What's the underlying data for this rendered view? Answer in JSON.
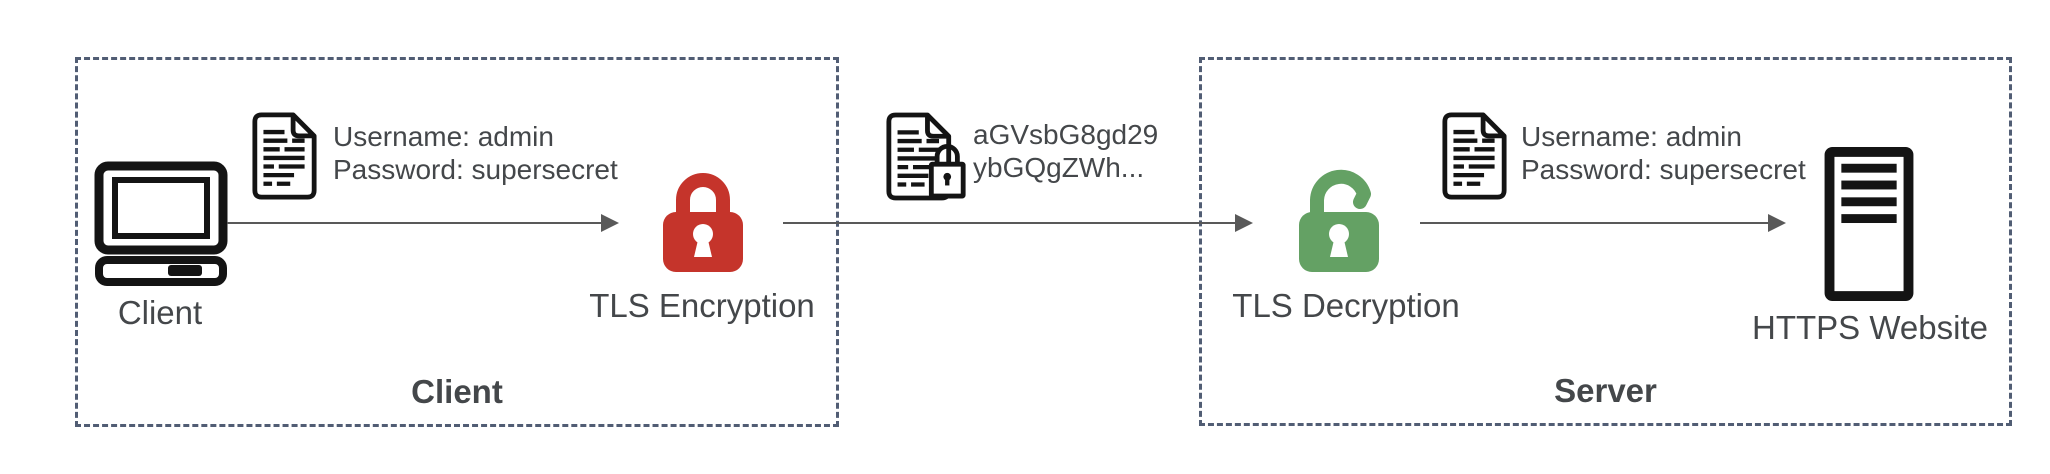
{
  "client_group": {
    "title": "Client",
    "client_node_label": "Client",
    "encryption_node_label": "TLS Encryption",
    "plaintext_message": {
      "line1": "Username: admin",
      "line2": "Password: supersecret"
    }
  },
  "transit": {
    "ciphertext_message": {
      "line1": "aGVsbG8gd29",
      "line2": "ybGQgZWh..."
    }
  },
  "server_group": {
    "title": "Server",
    "decryption_node_label": "TLS Decryption",
    "website_node_label": "HTTPS Website",
    "plaintext_message": {
      "line1": "Username: admin",
      "line2": "Password: supersecret"
    }
  },
  "colors": {
    "locked": "#c5342b",
    "unlocked": "#64a164",
    "box-border": "#515d74",
    "arrow": "#595959",
    "text": "#44474a",
    "icon": "#141414"
  }
}
